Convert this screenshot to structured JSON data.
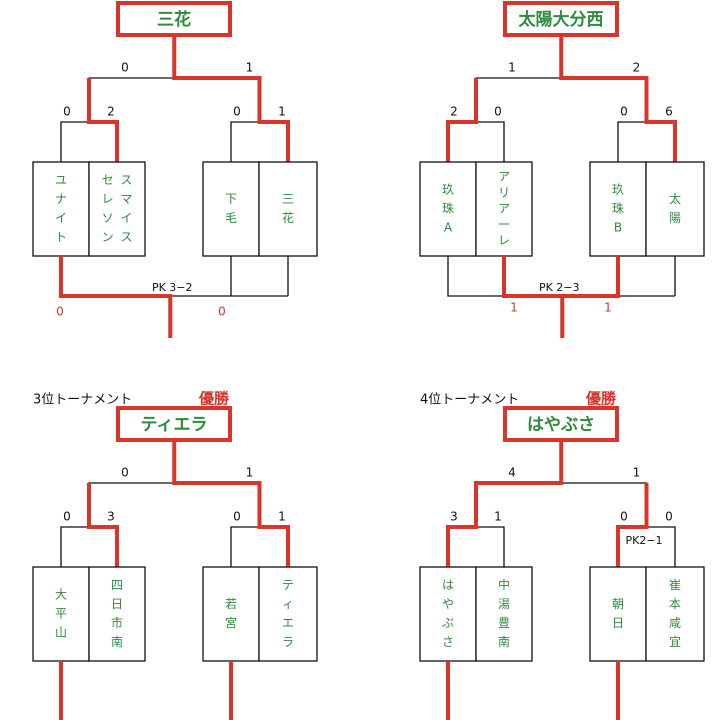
{
  "colors": {
    "winner": "#d9352b",
    "line": "#111111",
    "team_text": "#2e8b3d",
    "box_border": "#111111"
  },
  "brackets": [
    {
      "section_title": "",
      "winner_label": "",
      "champion": "三花",
      "teams": [
        [
          "ユ",
          "ナ",
          "イ",
          "ト"
        ],
        [
          "ス",
          "マ",
          "イ",
          "ス",
          "セ",
          "レ",
          "ソ",
          "ン"
        ],
        [
          "下",
          "毛"
        ],
        [
          "三",
          "花"
        ]
      ],
      "team_cols": [
        [
          [
            "ユ",
            "ナ",
            "イ",
            "ト"
          ]
        ],
        [
          [
            "セ",
            "レ",
            "ソ",
            "ン"
          ],
          [
            "ス",
            "マ",
            "イ",
            "ス"
          ]
        ],
        [
          [
            "下",
            "毛"
          ]
        ],
        [
          [
            "三",
            "花"
          ]
        ]
      ],
      "final_scores": [
        "0",
        "1"
      ],
      "semi_left_scores": [
        "0",
        "2"
      ],
      "semi_right_scores": [
        "0",
        "1"
      ],
      "bottom_note": "PK 3−2",
      "bottom_scores": [
        "0",
        "0"
      ]
    },
    {
      "section_title": "",
      "winner_label": "",
      "champion": "太陽大分西",
      "team_cols": [
        [
          [
            "玖",
            "珠",
            "A"
          ]
        ],
        [
          [
            "ア",
            "リ",
            "ア",
            "ー",
            "レ"
          ]
        ],
        [
          [
            "玖",
            "珠",
            "B"
          ]
        ],
        [
          [
            "太",
            "陽"
          ]
        ]
      ],
      "final_scores": [
        "1",
        "2"
      ],
      "semi_left_scores": [
        "2",
        "0"
      ],
      "semi_right_scores": [
        "0",
        "6"
      ],
      "bottom_note": "PK 2−3",
      "bottom_scores": [
        "1",
        "1"
      ]
    },
    {
      "section_title": "3位トーナメント",
      "winner_label": "優勝",
      "champion": "ティエラ",
      "team_cols": [
        [
          [
            "大",
            "平",
            "山"
          ]
        ],
        [
          [
            "四",
            "日",
            "市",
            "南"
          ]
        ],
        [
          [
            "若",
            "宮"
          ]
        ],
        [
          [
            "テ",
            "ィ",
            "エ",
            "ラ"
          ]
        ]
      ],
      "final_scores": [
        "0",
        "1"
      ],
      "semi_left_scores": [
        "0",
        "3"
      ],
      "semi_right_scores": [
        "0",
        "1"
      ],
      "semi_right_note": "",
      "bottom_note": "",
      "bottom_scores": [
        "",
        ""
      ]
    },
    {
      "section_title": "4位トーナメント",
      "winner_label": "優勝",
      "champion": "はやぶさ",
      "team_cols": [
        [
          [
            "は",
            "や",
            "ぶ",
            "さ"
          ]
        ],
        [
          [
            "中",
            "湯",
            "豊",
            "南"
          ]
        ],
        [
          [
            "朝",
            "日"
          ]
        ],
        [
          [
            "崔",
            "本",
            "咸",
            "宜"
          ]
        ]
      ],
      "final_scores": [
        "4",
        "1"
      ],
      "semi_left_scores": [
        "3",
        "1"
      ],
      "semi_right_scores": [
        "0",
        "0"
      ],
      "semi_right_note": "PK2−1",
      "bottom_note": "",
      "bottom_scores": [
        "",
        ""
      ]
    }
  ]
}
